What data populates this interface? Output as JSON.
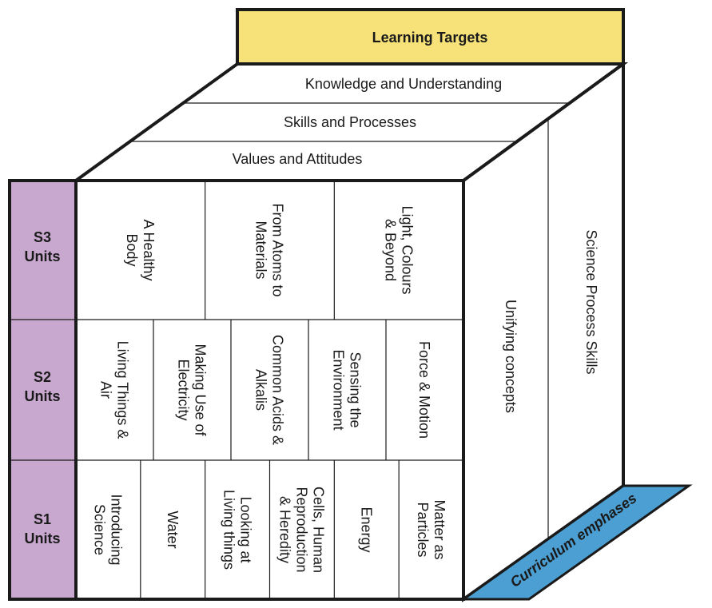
{
  "colors": {
    "learning_targets_fill": "#f7e27a",
    "units_fill": "#c9a8cf",
    "curriculum_emphases_fill": "#4b9fd3",
    "line": "#1a1a1a",
    "face": "#ffffff"
  },
  "learning_targets": {
    "title": "Learning Targets",
    "items": [
      "Knowledge and Understanding",
      "Skills and Processes",
      "Values and Attitudes"
    ]
  },
  "year_units": [
    {
      "label_line1": "S3",
      "label_line2": "Units"
    },
    {
      "label_line1": "S2",
      "label_line2": "Units"
    },
    {
      "label_line1": "S1",
      "label_line2": "Units"
    }
  ],
  "s3_units": [
    [
      "A Healthy",
      "Body"
    ],
    [
      "From Atoms to",
      "Materials"
    ],
    [
      "Light, Colours",
      "& Beyond"
    ]
  ],
  "s2_units": [
    [
      "Living Things &",
      "Air"
    ],
    [
      "Making Use of",
      "Electricity"
    ],
    [
      "Common Acids &",
      "Alkalis"
    ],
    [
      "Sensing the",
      "Environment"
    ],
    [
      "Force & Motion"
    ]
  ],
  "s1_units": [
    [
      "Introducing",
      "Science"
    ],
    [
      "Water"
    ],
    [
      "Looking at",
      "Living things"
    ],
    [
      "Cells, Human",
      "Reproduction",
      "& Heredity"
    ],
    [
      "Energy"
    ],
    [
      "Matter as",
      "Particles"
    ]
  ],
  "curriculum_emphases": {
    "title": "Curriculum emphases",
    "items": [
      "Unifying concepts",
      "Science Process Skills"
    ]
  }
}
